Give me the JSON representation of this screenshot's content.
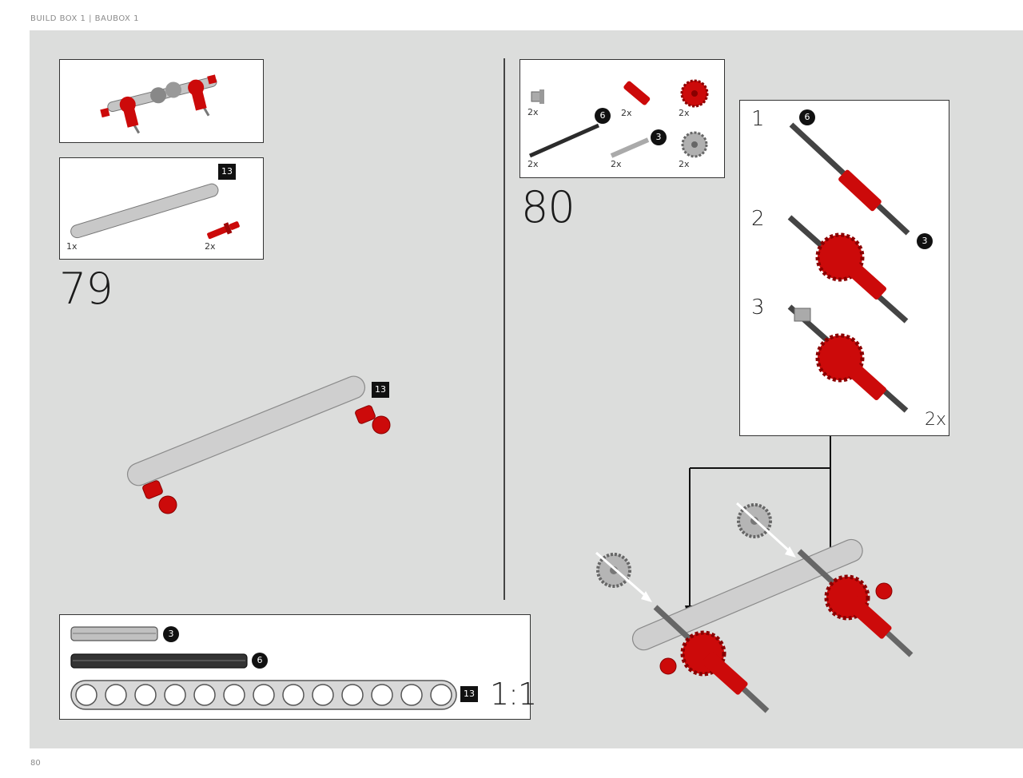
{
  "header": {
    "text": "BUILD BOX 1  |  BAUBOX 1"
  },
  "footer": {
    "page_number": "80"
  },
  "step79": {
    "number": "79",
    "parts": {
      "beam_qty": "1x",
      "pin_qty": "2x",
      "beam_length": "13"
    },
    "main_beam_length": "13"
  },
  "step80": {
    "number": "80",
    "parts": {
      "bush_qty": "2x",
      "long_axle_qty": "2x",
      "long_axle_length": "6",
      "red_connector_qty": "2x",
      "short_axle_qty": "2x",
      "short_axle_length": "3",
      "red_gear_qty": "2x",
      "grey_gear_qty": "2x"
    },
    "subassembly": {
      "steps": [
        "1",
        "2",
        "3"
      ],
      "axle_length_top": "6",
      "axle_length_side": "3",
      "multiplier": "2x"
    }
  },
  "scale_ruler": {
    "axle3": "3",
    "axle6": "6",
    "beam13": "13",
    "scale_label": "1:1"
  },
  "colors": {
    "background": "#dcdddc",
    "red": "#cc0a0a",
    "grey": "#b5b5b5",
    "dark": "#2b2b2b"
  }
}
